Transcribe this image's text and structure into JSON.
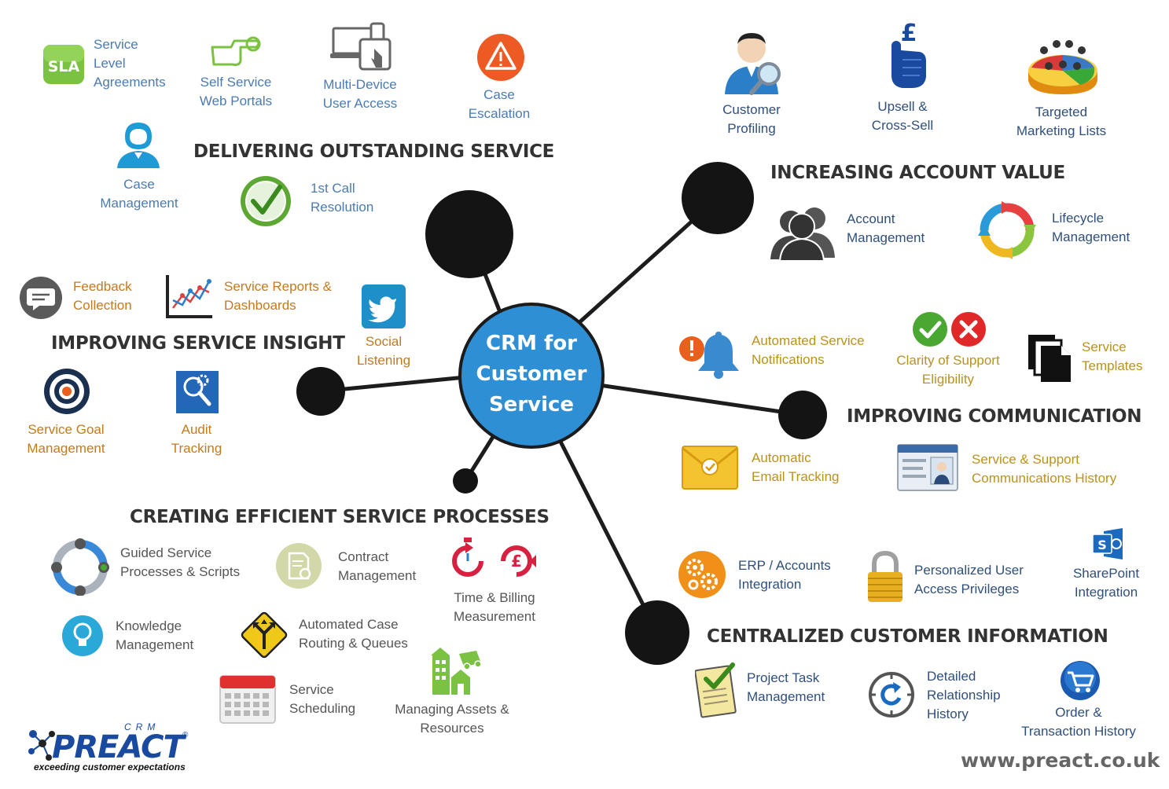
{
  "hub": {
    "lines": [
      "CRM for",
      "Customer",
      "Service"
    ]
  },
  "sections": {
    "delivering": "DELIVERING OUTSTANDING SERVICE",
    "increasing": "INCREASING ACCOUNT VALUE",
    "insight": "IMPROVING SERVICE INSIGHT",
    "communication": "IMPROVING COMMUNICATION",
    "processes": "CREATING EFFICIENT SERVICE PROCESSES",
    "centralized": "CENTRALIZED CUSTOMER INFORMATION"
  },
  "icon_text": {
    "sla": "SLA"
  },
  "features": {
    "sla": [
      "Service",
      "Level",
      "Agreements"
    ],
    "self_service": [
      "Self Service",
      "Web Portals"
    ],
    "multi_device": [
      "Multi-Device",
      "User Access"
    ],
    "case_escalation": [
      "Case",
      "Escalation"
    ],
    "case_management": [
      "Case",
      "Management"
    ],
    "first_call": [
      "1st Call",
      "Resolution"
    ],
    "customer_profiling": [
      "Customer",
      "Profiling"
    ],
    "upsell": [
      "Upsell &",
      "Cross-Sell"
    ],
    "targeted": [
      "Targeted",
      "Marketing Lists"
    ],
    "account_management": [
      "Account",
      "Management"
    ],
    "lifecycle": [
      "Lifecycle",
      "Management"
    ],
    "feedback": [
      "Feedback",
      "Collection"
    ],
    "reports": [
      "Service Reports &",
      "Dashboards"
    ],
    "social": [
      "Social",
      "Listening"
    ],
    "goal": [
      "Service Goal",
      "Management"
    ],
    "audit": [
      "Audit",
      "Tracking"
    ],
    "notifications": [
      "Automated Service",
      "Notifications"
    ],
    "clarity": [
      "Clarity of Support",
      "Eligibility"
    ],
    "templates": [
      "Service",
      "Templates"
    ],
    "email_tracking": [
      "Automatic",
      "Email Tracking"
    ],
    "comm_history": [
      "Service & Support",
      "Communications History"
    ],
    "guided": [
      "Guided Service",
      "Processes & Scripts"
    ],
    "contract": [
      "Contract",
      "Management"
    ],
    "billing": [
      "Time & Billing",
      "Measurement"
    ],
    "knowledge": [
      "Knowledge",
      "Management"
    ],
    "routing": [
      "Automated Case",
      "Routing & Queues"
    ],
    "scheduling": [
      "Service",
      "Scheduling"
    ],
    "assets": [
      "Managing Assets &",
      "Resources"
    ],
    "erp": [
      "ERP / Accounts",
      "Integration"
    ],
    "privileges": [
      "Personalized User",
      "Access Privileges"
    ],
    "sharepoint": [
      "SharePoint",
      "Integration"
    ],
    "project": [
      "Project Task",
      "Management"
    ],
    "relationship": [
      "Detailed",
      "Relationship",
      "History"
    ],
    "order": [
      "Order &",
      "Transaction History"
    ]
  },
  "logo": {
    "crm": "CRM",
    "name": "PREACT",
    "reg": "®",
    "tagline": "exceeding customer expectations"
  },
  "website": "www.preact.co.uk",
  "colors": {
    "hub": "#2e8fd4",
    "hub_border": "#1b1b1b",
    "node": "#141414",
    "blue_text": "#4c7bb0",
    "orange_text": "#c47a1c",
    "gold_text": "#b9921c",
    "heading": "#333333"
  }
}
